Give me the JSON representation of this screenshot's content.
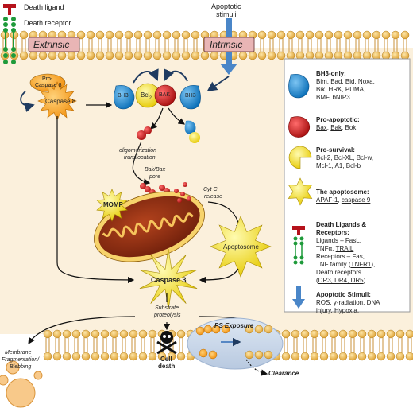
{
  "top": {
    "death_ligand": "Death ligand",
    "death_receptor": "Death receptor",
    "apoptotic_stimuli_1": "Apoptotic",
    "apoptotic_stimuli_2": "stimuli",
    "extrinsic": "Extrinsic",
    "intrinsic": "Intrinsic"
  },
  "pathway": {
    "procaspase8_1": "Pro-",
    "procaspase8_2": "Caspase 8",
    "caspase8": "Caspase 8",
    "bh3": "BH3",
    "bcl2": "Bcl",
    "bcl2_sub": "2",
    "bak": "BAK",
    "oligomerization": "oligomerization",
    "translocation": "translocation",
    "bakbax_1": "Bak/Bax",
    "bakbax_2": "pore",
    "cytc_1": "Cyt C",
    "cytc_2": "release",
    "momp": "MOMP",
    "apoptosome": "Apoptosome",
    "caspase3": "Caspase 3",
    "substrate_1": "Substrate",
    "substrate_2": "proteolysis",
    "cell_death_1": "Cell",
    "cell_death_2": "death",
    "ps_exposure": "PS Exposure",
    "clearance": "Clearance",
    "membrane_1": "Membrane",
    "membrane_2": "Fragmentation/",
    "membrane_3": "Blebbing"
  },
  "legend": {
    "bh3_title": "BH3-only:",
    "bh3_l1": "Bim, Bad, Bid, Noxa,",
    "bh3_l2": "Bik, HRK, PUMA,",
    "bh3_l3": "BMF, bNIP3",
    "pro_title": "Pro-apoptotic:",
    "pro_bax": "Bax",
    "pro_sep1": ", ",
    "pro_bak": "Bak",
    "pro_rest": ", Bok",
    "surv_title": "Pro-survival:",
    "surv_bcl2": "Bcl-2",
    "surv_sep1": ", ",
    "surv_bclxl": "Bcl-XL",
    "surv_rest1": ", Bcl-w,",
    "surv_l2": "Mcl-1, A1, Bcl-b",
    "apo_title": "The apoptosome:",
    "apo_apaf": "APAF-1",
    "apo_sep": ", ",
    "apo_casp9": "caspase 9",
    "dl_title1": "Death Ligands &",
    "dl_title2": "Receptors:",
    "dl_l1": "Ligands – FasL,",
    "dl_l2a": "TNFα, ",
    "dl_l2b": "TRAIL",
    "dl_l3": "Receptors – Fas,",
    "dl_l4a": "TNF family (",
    "dl_l4b": "TNFR1",
    "dl_l4c": "),",
    "dl_l5": "Death receptors",
    "dl_l6a": "(",
    "dl_l6b": "DR3, DR4, DR5",
    "dl_l6c": ")",
    "as_title": "Apoptotic Stimuli:",
    "as_l1": "ROS, γ-radiation, DNA",
    "as_l2": "injury, Hypoxia,"
  },
  "colors": {
    "cytoplasm": "#fbf0dc",
    "membrane_head": "#f3c468",
    "bh3_blue": "#1f8fd6",
    "pro_red": "#d81c1c",
    "survival_yellow": "#f5e71a",
    "caspase8_orange": "#f7a21b",
    "mitochondrion": "#8b2a12",
    "arrow_blue": "#4a86c8"
  }
}
